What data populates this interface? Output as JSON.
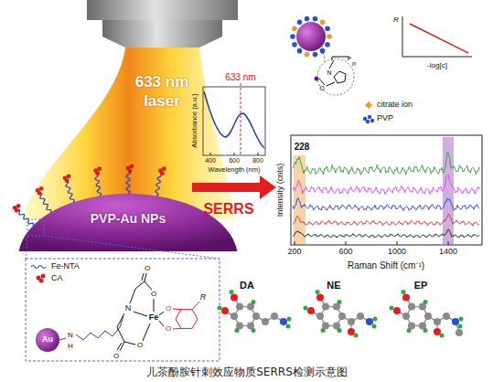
{
  "diagram": {
    "caption": "儿茶酚胺针刺效应物质SERRS检测示意图",
    "nodes": [
      {
        "text": [
          "633 nm laser"
        ]
      },
      {
        "text": [
          "PVP-Au NPs"
        ]
      }
    ],
    "labels": [
      "633 nm",
      "Absorbance (a.u.)",
      "Wavelength (nm)",
      "400",
      "600",
      "800",
      "SERRS",
      "228",
      "Intensity (cnts)",
      "Raman Shift (cm⁻¹)",
      "200",
      "600",
      "1000",
      "1400",
      "R",
      "-log[c]",
      "N",
      "O",
      "n",
      "Au",
      "N",
      "H",
      "N",
      "Fe",
      "O",
      "O",
      "O",
      "O",
      "O",
      "O",
      "R",
      "DA",
      "NE",
      "EP"
    ],
    "legend": [
      {
        "text": "Fe-NTA"
      },
      {
        "text": "CA"
      },
      {
        "text": "citrate ion"
      },
      {
        "text": "PVP"
      }
    ]
  }
}
